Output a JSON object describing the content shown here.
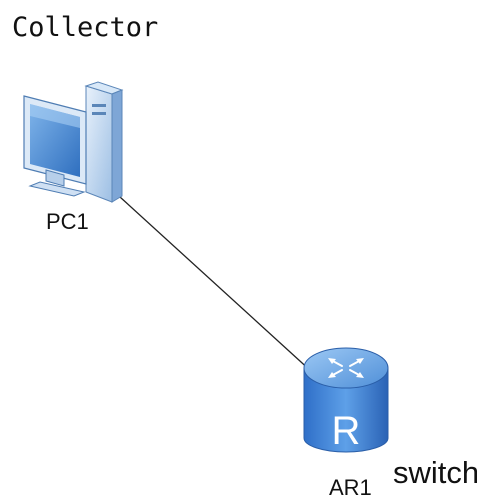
{
  "title": "Collector",
  "nodes": {
    "pc": {
      "label": "PC1",
      "icon": "desktop-computer-icon"
    },
    "router": {
      "label": "AR1",
      "icon": "router-icon",
      "symbol": "R",
      "color": "#3a7fd0"
    }
  },
  "annotation": "switch",
  "link": {
    "from": "PC1",
    "to": "AR1",
    "color": "#222222"
  }
}
